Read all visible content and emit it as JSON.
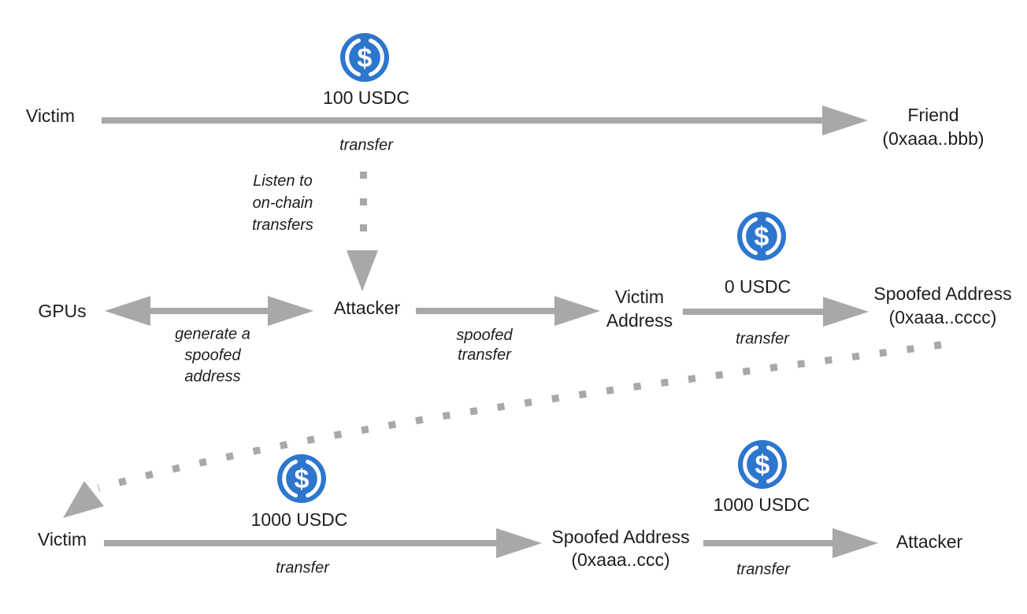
{
  "colors": {
    "arrow_gray": "#a8a8a8",
    "text": "#1e1e20",
    "usdc_blue": "#2d76ce",
    "background": "#ffffff"
  },
  "icons": {
    "usdc_symbol": "$",
    "usdc_icon_name": "usdc-coin-icon"
  },
  "top_flow": {
    "sender": "Victim",
    "amount": "100 USDC",
    "action": "transfer",
    "receiver_name": "Friend",
    "receiver_address": "(0xaaa..bbb)"
  },
  "listen_note": {
    "line1": "Listen to",
    "line2": "on-chain",
    "line3": "transfers"
  },
  "middle_flow": {
    "gpus": "GPUs",
    "generate_note_line1": "generate a",
    "generate_note_line2": "spoofed",
    "generate_note_line3": "address",
    "attacker": "Attacker",
    "spoofed_note_line1": "spoofed",
    "spoofed_note_line2": "transfer",
    "victim_address_line1": "Victim",
    "victim_address_line2": "Address",
    "amount": "0 USDC",
    "action": "transfer",
    "receiver_name": "Spoofed Address",
    "receiver_address": "(0xaaa..cccc)"
  },
  "bottom_flow": {
    "sender": "Victim",
    "amount1": "1000 USDC",
    "action1": "transfer",
    "middle_name": "Spoofed Address",
    "middle_address": "(0xaaa..ccc)",
    "amount2": "1000 USDC",
    "action2": "transfer",
    "receiver": "Attacker"
  }
}
